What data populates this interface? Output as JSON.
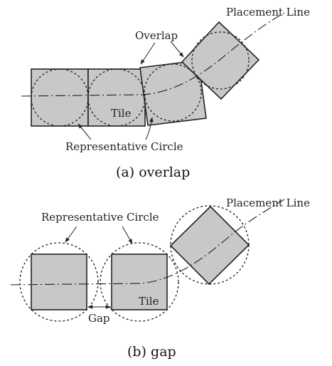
{
  "panel_a": {
    "placement_line_label": "Placement Line",
    "overlap_label": "Overlap",
    "tile_label": "Tile",
    "circle_label": "Representative Circle",
    "caption": "(a) overlap"
  },
  "panel_b": {
    "placement_line_label": "Placement Line",
    "circle_label": "Representative Circle",
    "tile_label": "Tile",
    "gap_label": "Gap",
    "caption": "(b) gap"
  }
}
